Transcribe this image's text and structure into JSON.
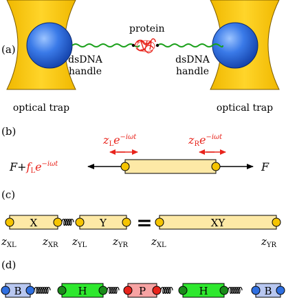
{
  "colors": {
    "trap_yellow": "#f5c400",
    "trap_dark": "#c99a00",
    "bead_blue": "#2f6fe0",
    "dna_green": "#1aa01a",
    "protein_red": "#e8231b",
    "segment_fill": "#fde9a6",
    "end_yellow": "#f5c400",
    "arrow_red": "#e8231b",
    "b_fill": "#b8c7f0",
    "h_fill": "#2ee82e",
    "p_fill": "#f7a3a3"
  },
  "panel_a": {
    "label": "(a)",
    "protein_label": "protein",
    "handle_left": [
      "dsDNA",
      "handle"
    ],
    "handle_right": [
      "dsDNA",
      "handle"
    ],
    "trap_left": "optical trap",
    "trap_right": "optical trap"
  },
  "panel_b": {
    "label": "(b)",
    "left_force": {
      "F": "F",
      "plus": "+",
      "f": "f",
      "f_sub": "L",
      "exp": "e",
      "exp_sup": "−iωt"
    },
    "right_force": "F",
    "zL": {
      "z": "z",
      "sub": "L",
      "exp": "e",
      "sup": "−iωt"
    },
    "zR": {
      "z": "z",
      "sub": "R",
      "exp": "e",
      "sup": "−iωt"
    }
  },
  "panel_c": {
    "label": "(c)",
    "X": "X",
    "Y": "Y",
    "equals": "=",
    "XY": "XY",
    "z_labels": [
      {
        "z": "z",
        "sub": "XL"
      },
      {
        "z": "z",
        "sub": "XR"
      },
      {
        "z": "z",
        "sub": "YL"
      },
      {
        "z": "z",
        "sub": "YR"
      },
      {
        "z": "z",
        "sub": "XL"
      },
      {
        "z": "z",
        "sub": "YR"
      }
    ]
  },
  "panel_d": {
    "label": "(d)",
    "blocks": [
      "B",
      "H",
      "P",
      "H",
      "B"
    ]
  }
}
